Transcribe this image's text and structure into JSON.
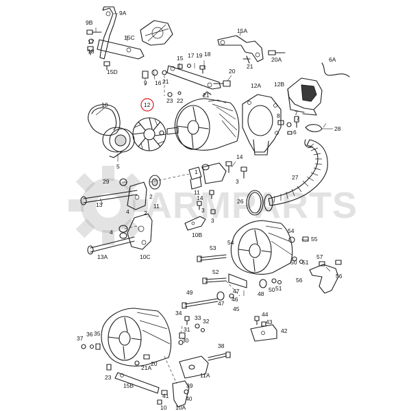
{
  "watermark": {
    "text": "ARMPARTS",
    "color": "#9a9a9a"
  },
  "highlight": {
    "label": "12",
    "color": "#d21818"
  },
  "labels": {
    "l9A": "9A",
    "l9B": "9B",
    "l15C": "15C",
    "l17a": "17",
    "l18a": "18",
    "l15D": "15D",
    "l15A": "15A",
    "l20A": "20A",
    "l21a": "21",
    "l6A": "6A",
    "l15": "15",
    "l17b": "17",
    "l19": "19",
    "l18b": "18",
    "l20a": "20",
    "l9": "9",
    "l16": "16",
    "l21b": "21",
    "l21c": "21",
    "l12A": "12A",
    "l12B": "12B",
    "l22": "22",
    "l23a": "23",
    "l10": "10",
    "l5": "5",
    "l8": "8",
    "l7": "7",
    "l6": "6",
    "l28": "28",
    "l29": "29",
    "l2a": "2",
    "l11a": "11",
    "l1": "1",
    "l11b": "11",
    "l14a": "14",
    "l3a": "3",
    "l27": "27",
    "l13": "13",
    "l4a": "4",
    "l2b": "2",
    "l14b": "14",
    "l26": "26",
    "l3b": "3",
    "l3c": "3",
    "l10B": "10B",
    "l4b": "4",
    "l13A": "13A",
    "l10C": "10C",
    "l53": "53",
    "l54": "54",
    "l55": "55",
    "l50a": "50",
    "l51a": "51",
    "l57": "57",
    "l56a": "56",
    "l56b": "56",
    "l52": "52",
    "l47a": "47",
    "l46": "46",
    "l48": "48",
    "l50b": "50",
    "l51b": "51",
    "l49": "49",
    "l47b": "47",
    "l45": "45",
    "l44": "44",
    "l43": "43",
    "l42": "42",
    "l34": "34",
    "l33": "33",
    "l32": "32",
    "l37": "37",
    "l36": "36",
    "l35": "35",
    "l31": "31",
    "l30": "30",
    "l38": "38",
    "l20b": "20",
    "l21A": "21A",
    "l11A": "11A",
    "l23b": "23",
    "l15B": "15B",
    "l39": "39",
    "l41": "41",
    "l40": "40",
    "l10A": "10A"
  }
}
